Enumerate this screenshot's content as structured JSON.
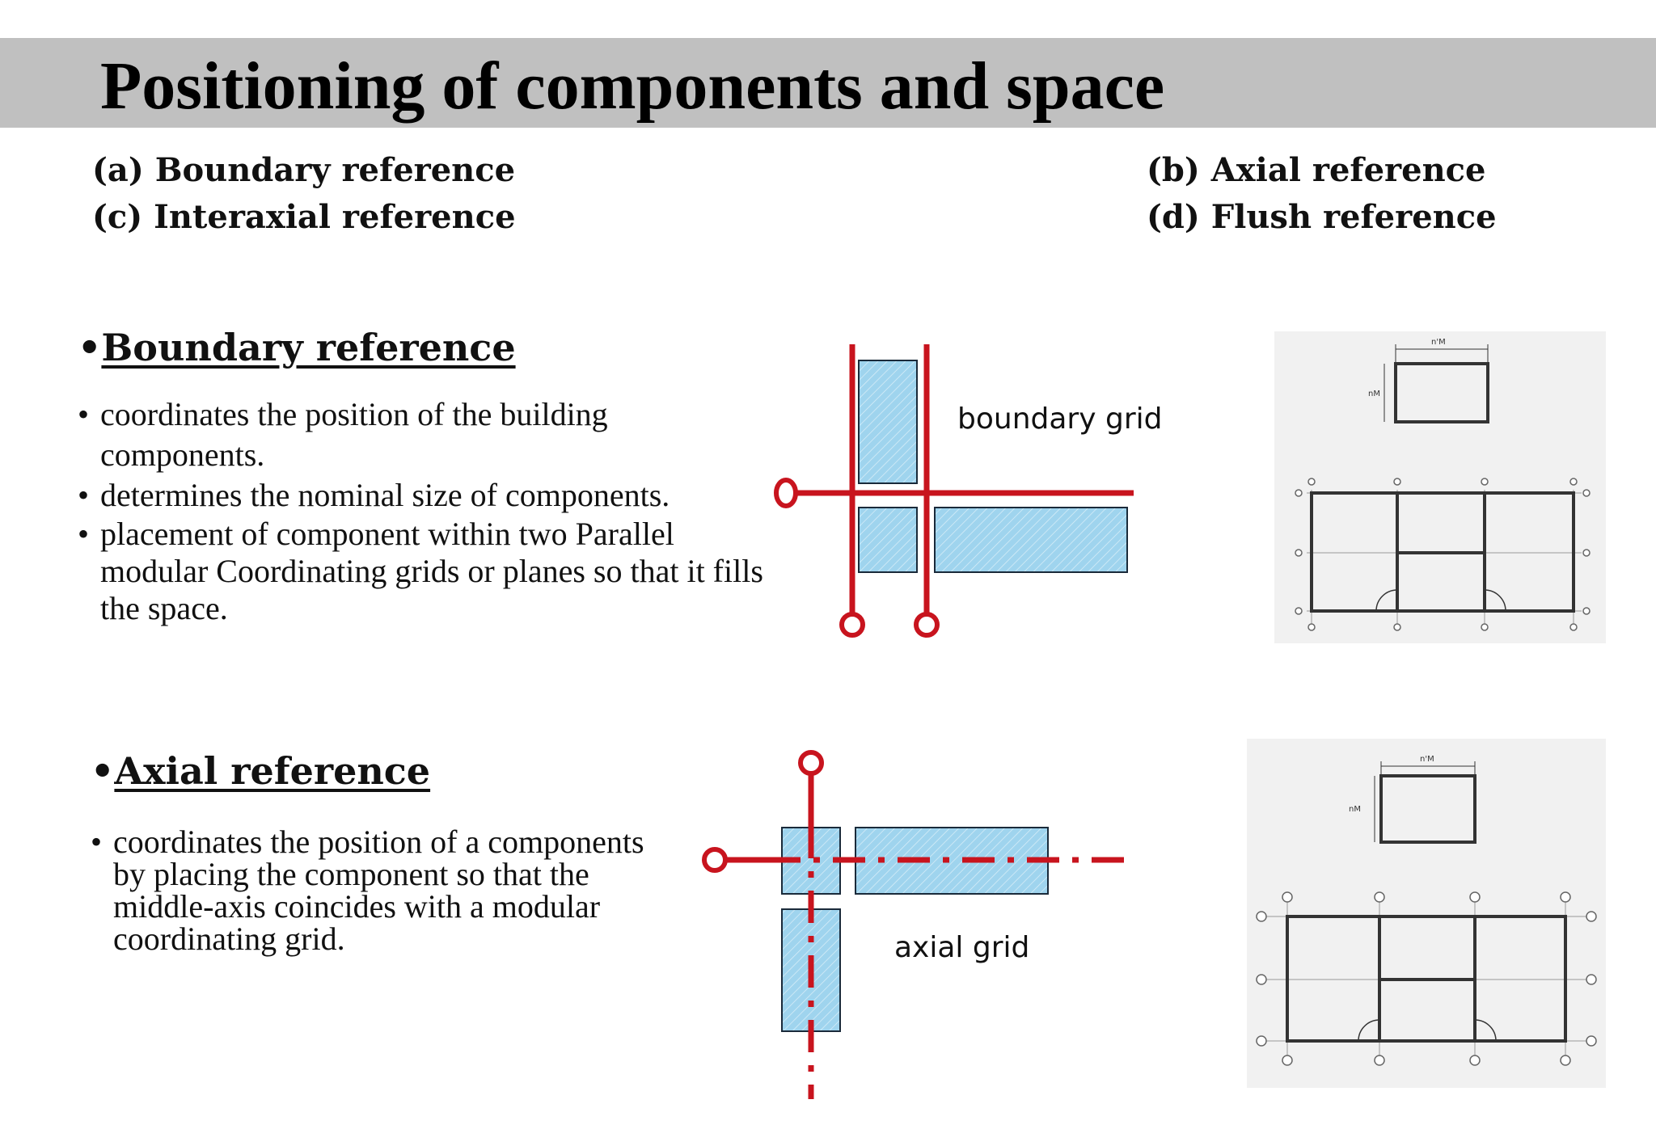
{
  "title": "Positioning of components and space",
  "references": {
    "a": "(a) Boundary reference",
    "b": "(b) Axial reference",
    "c": "(c) Interaxial reference",
    "d": "(d) Flush reference"
  },
  "boundary": {
    "heading": "Boundary reference",
    "bullets": [
      "coordinates the position of the building components.",
      "determines the nominal size of components.",
      "placement of component within two Parallel modular Coordinating grids or planes so that it fills the space."
    ],
    "diagram_label": "boundary grid"
  },
  "axial": {
    "heading": "Axial reference",
    "bullets": [
      "coordinates the position of a components by placing the component so that the middle-axis coincides with a modular coordinating grid."
    ],
    "diagram_label": "axial grid"
  },
  "plans": {
    "dim_width": "n'M",
    "dim_height": "nM"
  },
  "colors": {
    "grid_red": "#c8141e",
    "component_fill": "#9fd4ee",
    "title_bar": "#c0c0c0"
  }
}
